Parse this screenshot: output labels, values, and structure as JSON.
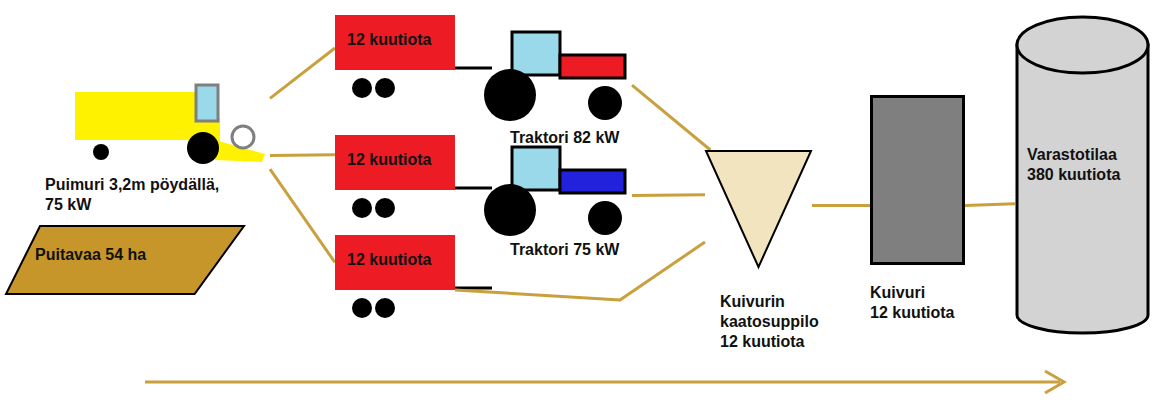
{
  "diagram": {
    "nodes": [
      {
        "text": [
          "Puimuri 3,2m pöydällä, 75 kW"
        ]
      },
      {
        "text": [
          "Puitavaa 54 ha"
        ]
      },
      {
        "text": [
          "12 kuutiota"
        ]
      },
      {
        "text": [
          "Traktori 82 kW"
        ]
      },
      {
        "text": [
          "12 kuutiota"
        ]
      },
      {
        "text": [
          "Traktori 75 kW"
        ]
      },
      {
        "text": [
          "12 kuutiota"
        ]
      },
      {
        "text": [
          "Kuivurin kaatosuppilo 12 kuutiota"
        ]
      },
      {
        "text": [
          "Kuivuri",
          "12 kuutiota"
        ]
      },
      {
        "text": [
          "Varastotilaa 380 kuutiota"
        ]
      }
    ],
    "edges": [
      {
        "from": 0,
        "to": 2,
        "arrow": "none"
      },
      {
        "from": 0,
        "to": 4,
        "arrow": "none"
      },
      {
        "from": 0,
        "to": 6,
        "arrow": "none"
      },
      {
        "from": 3,
        "to": 7,
        "arrow": "none"
      },
      {
        "from": 5,
        "to": 7,
        "arrow": "none"
      },
      {
        "from": 6,
        "to": 7,
        "arrow": "none"
      },
      {
        "from": 7,
        "to": 8,
        "arrow": "none"
      },
      {
        "from": 8,
        "to": 9,
        "arrow": "none"
      }
    ]
  }
}
